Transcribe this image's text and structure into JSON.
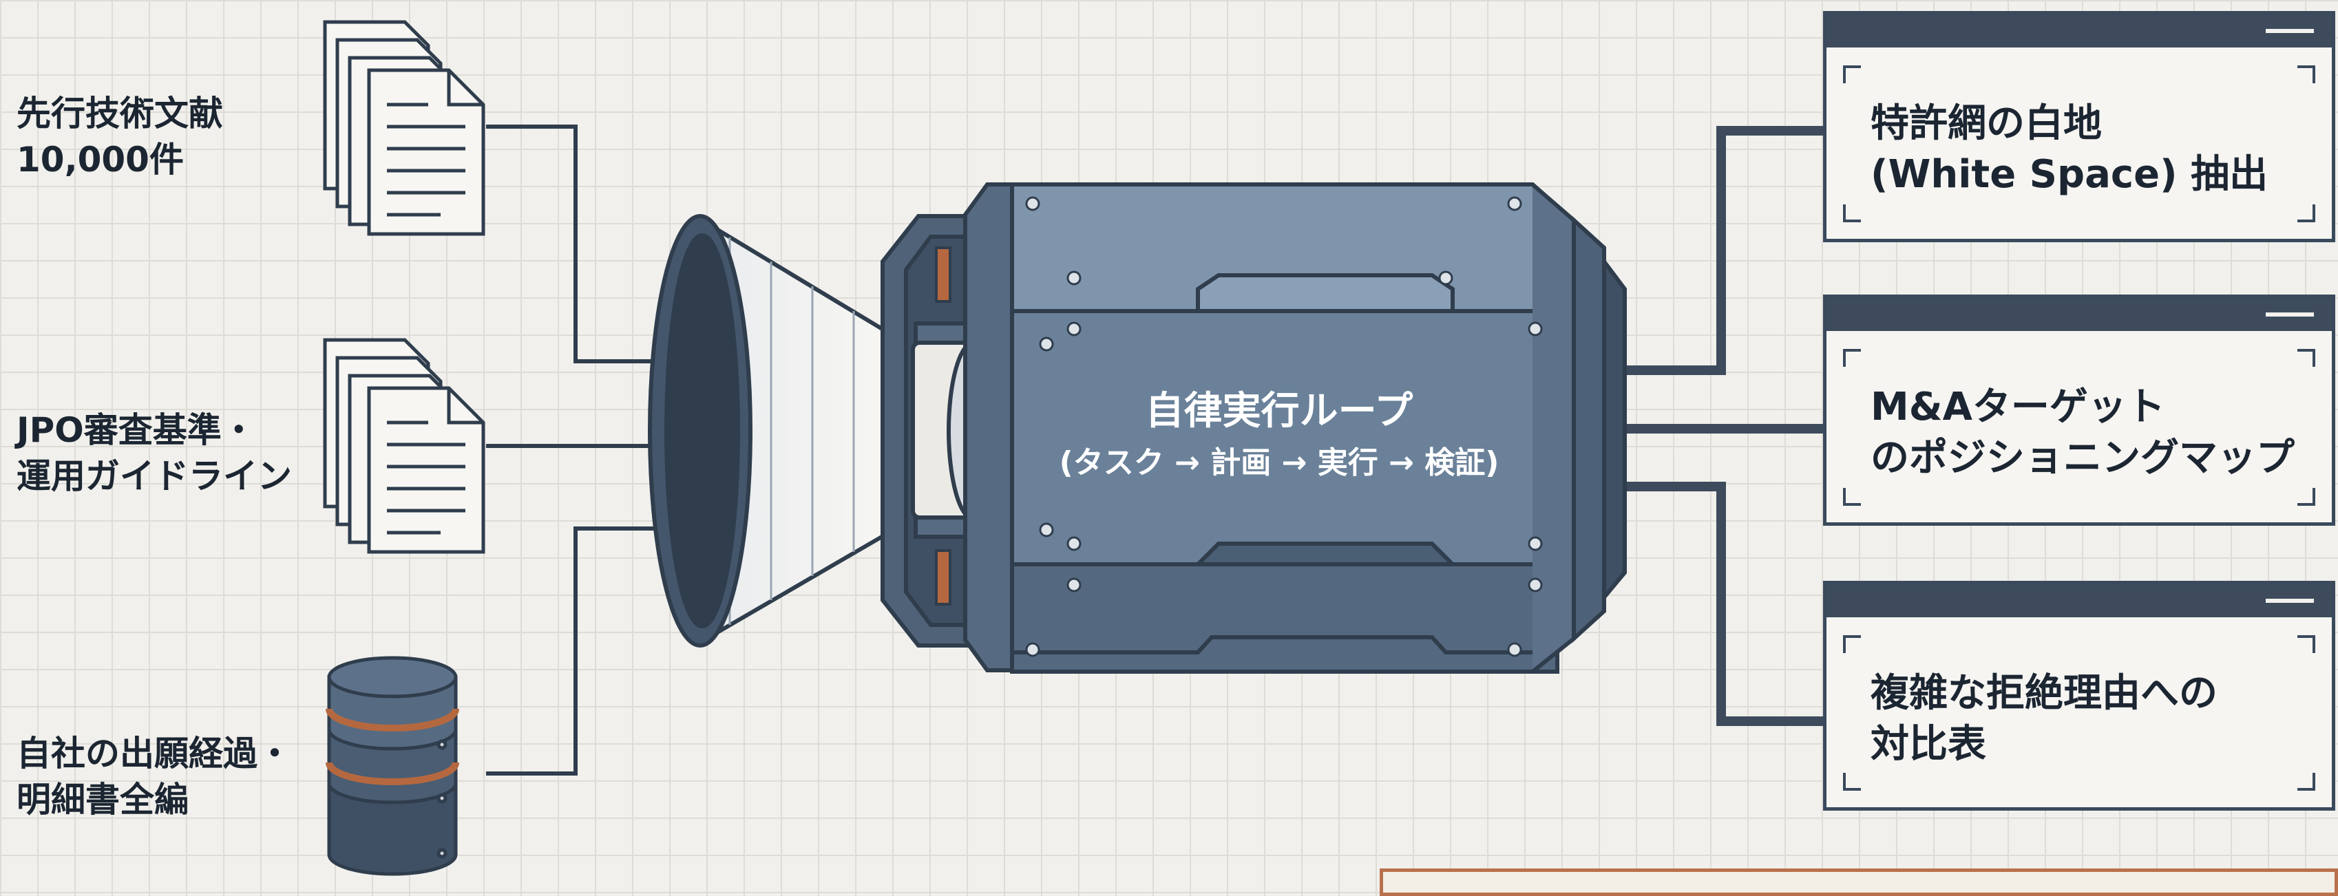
{
  "inputs": [
    {
      "id": "prior-art",
      "lines": [
        "先行技術文献",
        "10,000件"
      ],
      "icon": "document-stack-icon"
    },
    {
      "id": "jpo",
      "lines": [
        "JPO審査基準・",
        "運用ガイドライン"
      ],
      "icon": "document-stack-icon"
    },
    {
      "id": "own-history",
      "lines": [
        "自社の出願経過・",
        "明細書全編"
      ],
      "icon": "database-icon"
    }
  ],
  "core": {
    "title": "自律実行ループ",
    "subtitle": "(タスク → 計画 → 実行 → 検証)"
  },
  "outputs": [
    {
      "id": "white-space",
      "lines": [
        "特許網の白地",
        "(White Space) 抽出"
      ]
    },
    {
      "id": "ma-map",
      "lines": [
        "M&Aターゲット",
        "のポジショニングマップ"
      ]
    },
    {
      "id": "rejection-table",
      "lines": [
        "複雑な拒絶理由への",
        "対比表"
      ]
    }
  ],
  "colors": {
    "background": "#f1f0ec",
    "grid": "#dedcd6",
    "machine_body": "#667d95",
    "machine_dark": "#3f5064",
    "outline": "#2f3d4d",
    "accent_copper": "#b5683f",
    "panel_titlebar": "#3d4b5c"
  }
}
